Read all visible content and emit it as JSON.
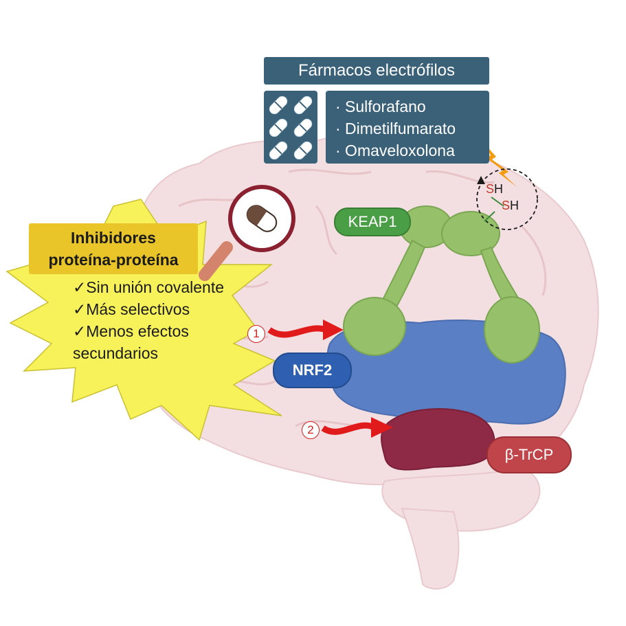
{
  "electrophiles": {
    "title": "Fármacos electrófilos",
    "drugs": [
      "· Sulforafano",
      "· Dimetilfumarato",
      "· Omaveloxolona"
    ],
    "pill_icon": "capsule-icon",
    "pill_count": 6
  },
  "ppi": {
    "title_line1": "Inhibidores",
    "title_line2": "proteína-proteína",
    "benefits": [
      "✓Sin unión covalente",
      "✓Más selectivos",
      "✓Menos efectos",
      "secundarios"
    ]
  },
  "proteins": {
    "keap1": "KEAP1",
    "nrf2": "NRF2",
    "btrcp": "β-TrCP"
  },
  "thiols": [
    "S",
    "H",
    "S",
    "H"
  ],
  "markers": [
    "1",
    "2"
  ],
  "colors": {
    "box_blue": "#3a6178",
    "yellow_label": "#eac52a",
    "star_yellow": "#f7f15a",
    "keap1_green": "#96c06a",
    "keap1_tag": "#4a9e45",
    "nrf2_blue": "#5b7fc4",
    "nrf2_tag": "#2f5fb0",
    "btrcp_red": "#8e2a45",
    "btrcp_tag": "#c0454a",
    "arrow_red": "#e11b1b",
    "brain_pink": "#f3dfe1"
  }
}
